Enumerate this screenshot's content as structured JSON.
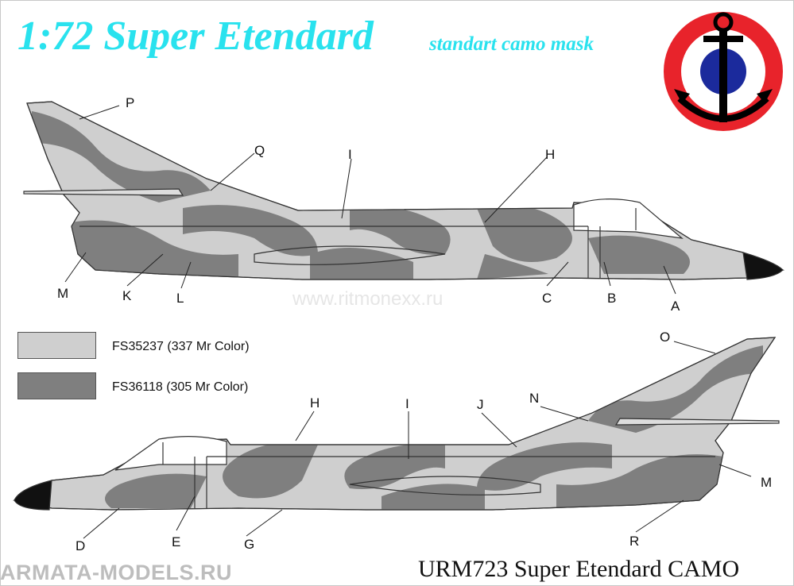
{
  "title": "1:72 Super Etendard",
  "subtitle": "standart camo mask",
  "watermark": "www.ritmonexx.ru",
  "site": "ARMATA-MODELS.RU",
  "product": "URM723 Super Etendard CAMO",
  "legend": [
    {
      "label": "FS35237 (337 Mr Color)",
      "color": "#cfcfcf"
    },
    {
      "label": "FS36118 (305 Mr Color)",
      "color": "#7f7f7f"
    }
  ],
  "colors": {
    "light": "#cfcfcf",
    "dark": "#7f7f7f",
    "roundel_red": "#e8232b",
    "roundel_blue": "#1b2a9c",
    "title": "#29e2ee"
  },
  "top_callouts": [
    "P",
    "Q",
    "I",
    "H",
    "M",
    "K",
    "L",
    "C",
    "B",
    "A"
  ],
  "bottom_callouts": [
    "O",
    "H",
    "I",
    "J",
    "N",
    "M",
    "D",
    "E",
    "G",
    "R"
  ],
  "icons": {
    "roundel": "aeronavale-anchor-roundel-icon"
  }
}
